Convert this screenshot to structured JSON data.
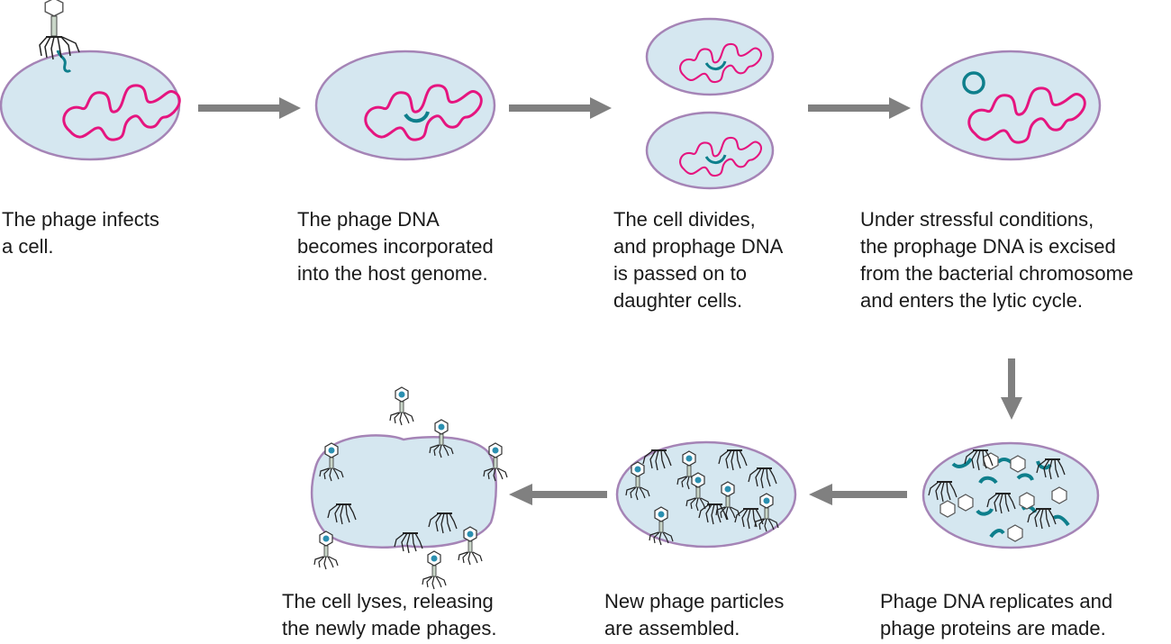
{
  "colors": {
    "cell_fill": "#d5e7f0",
    "cell_stroke": "#a584b6",
    "host_dna": "#e5157f",
    "phage_dna": "#0e7f8c",
    "arrow": "#808080",
    "phage_tail": "#2b2b2b",
    "phage_head": "#ffffff"
  },
  "captions": {
    "step1": [
      "The phage infects",
      "a cell."
    ],
    "step2": [
      "The phage DNA",
      "becomes incorporated",
      "into the host genome."
    ],
    "step3": [
      "The cell divides,",
      "and prophage DNA",
      "is passed on to",
      "daughter cells."
    ],
    "step4": [
      "Under stressful conditions,",
      "the prophage DNA is excised",
      "from the bacterial chromosome",
      "and enters the lytic cycle."
    ],
    "step5": [
      "Phage DNA replicates and",
      "phage proteins are made."
    ],
    "step6": [
      "New phage particles",
      "are assembled."
    ],
    "step7": [
      "The cell lyses, releasing",
      "the newly made phages."
    ]
  },
  "icons": {
    "cell": "bacterial-cell-icon",
    "phage": "bacteriophage-icon",
    "arrow": "process-arrow-icon"
  }
}
